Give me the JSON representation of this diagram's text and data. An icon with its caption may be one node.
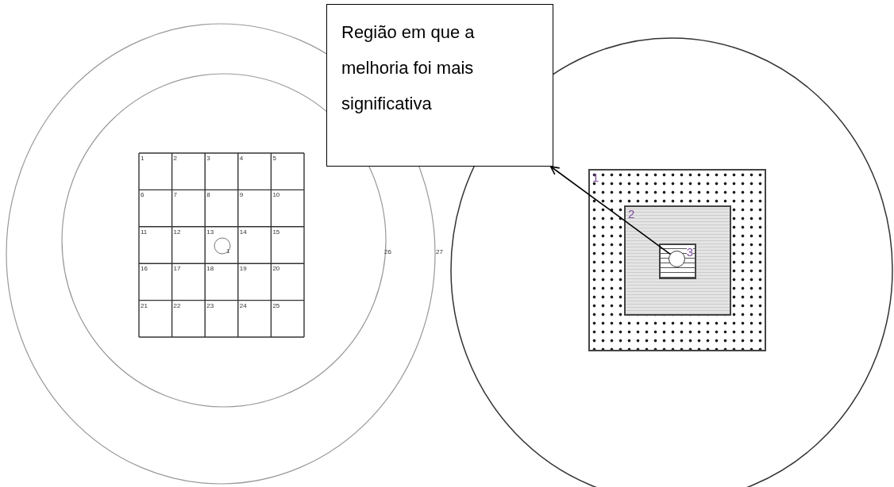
{
  "diagram": {
    "nodes": [
      {
        "text": [
          "Região em que a melhoria foi mais significativa"
        ]
      },
      {
        "text": [
          "1"
        ]
      },
      {
        "text": [
          "2"
        ],
        "in": 1
      },
      {
        "text": [
          "3"
        ],
        "in": 2
      },
      {
        "text": [],
        "shape": "circle",
        "in": 3
      }
    ],
    "edges": [
      {
        "from": 4,
        "to": 0,
        "arrow": "to"
      }
    ],
    "labels": [
      "1",
      "2",
      "3",
      "4",
      "5",
      "6",
      "7",
      "8",
      "9",
      "10",
      "11",
      "12",
      "13",
      "14",
      "15",
      "16",
      "17",
      "18",
      "19",
      "20",
      "21",
      "22",
      "23",
      "24",
      "25",
      "1",
      "26",
      "27"
    ]
  }
}
